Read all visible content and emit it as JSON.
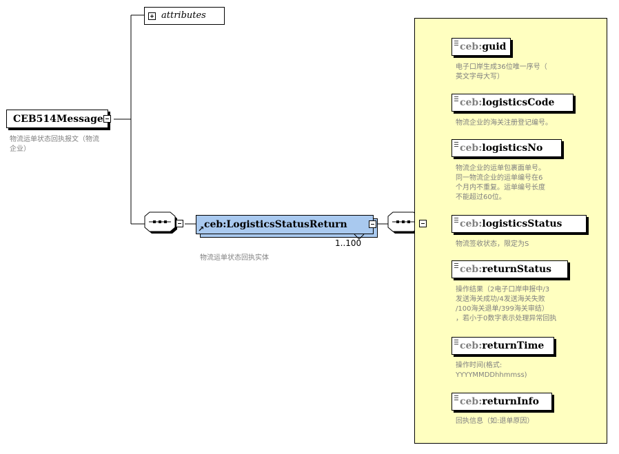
{
  "root": {
    "name": "CEB514Message",
    "doc": [
      "物流运单状态回执报文（物流",
      "企业）"
    ]
  },
  "attributes": {
    "label": "attributes"
  },
  "main": {
    "prefix": "ceb:",
    "name": "LogisticsStatusReturn",
    "cardinality": "1..100",
    "doc": [
      "物流运单状态回执实体"
    ]
  },
  "elements": [
    {
      "prefix": "ceb:",
      "name": "guid",
      "doc": [
        "电子口岸生成36位唯一序号（",
        "英文字母大写）"
      ]
    },
    {
      "prefix": "ceb:",
      "name": "logisticsCode",
      "doc": [
        "物流企业的海关注册登记编号。"
      ]
    },
    {
      "prefix": "ceb:",
      "name": "logisticsNo",
      "doc": [
        "物流企业的运单包裹面单号。",
        "同一物流企业的运单编号在6",
        "个月内不重复。运单编号长度",
        "不能超过60位。"
      ]
    },
    {
      "prefix": "ceb:",
      "name": "logisticsStatus",
      "doc": [
        "物流签收状态，限定为S"
      ]
    },
    {
      "prefix": "ceb:",
      "name": "returnStatus",
      "doc": [
        "操作结果（2电子口岸申报中/3",
        "发送海关成功/4发送海关失败",
        "/100海关退单/399海关审结）",
        "，若小于0数字表示处理异常回执"
      ]
    },
    {
      "prefix": "ceb:",
      "name": "returnTime",
      "doc": [
        "操作时间(格式:",
        "YYYYMMDDhhmmss)"
      ]
    },
    {
      "prefix": "ceb:",
      "name": "returnInfo",
      "doc": [
        "回执信息（如:退单原因）"
      ]
    }
  ],
  "colors": {
    "panel": "#ffffc0",
    "main_node": "#a9c9ef",
    "doc_text": "#808080"
  }
}
